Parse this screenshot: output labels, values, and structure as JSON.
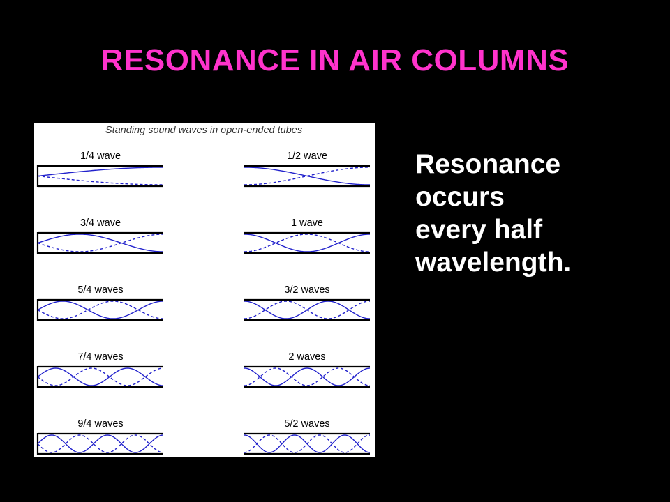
{
  "slide": {
    "title": "RESONANCE IN AIR COLUMNS",
    "text_lines": [
      "Resonance",
      "occurs",
      "every half",
      "wavelength."
    ]
  },
  "figure": {
    "title": "Standing sound waves in open-ended tubes",
    "left_column": {
      "tube_type": "closed-open",
      "tubes": [
        {
          "label": "1/4 wave",
          "quarter_waves": 1
        },
        {
          "label": "3/4 wave",
          "quarter_waves": 3
        },
        {
          "label": "5/4 waves",
          "quarter_waves": 5
        },
        {
          "label": "7/4 waves",
          "quarter_waves": 7
        },
        {
          "label": "9/4 waves",
          "quarter_waves": 9
        }
      ]
    },
    "right_column": {
      "tube_type": "open-open",
      "tubes": [
        {
          "label": "1/2 wave",
          "quarter_waves": 2
        },
        {
          "label": "1 wave",
          "quarter_waves": 4
        },
        {
          "label": "3/2 waves",
          "quarter_waves": 6
        },
        {
          "label": "2 waves",
          "quarter_waves": 8
        },
        {
          "label": "5/2 waves",
          "quarter_waves": 10
        }
      ]
    },
    "colors": {
      "tube_wall": "#000000",
      "wave": "#2222cc",
      "label": "#000000",
      "background": "#ffffff"
    }
  }
}
